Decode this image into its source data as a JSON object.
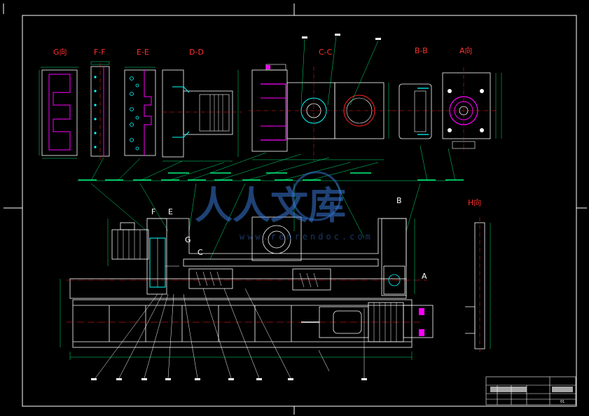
{
  "views": [
    {
      "id": "view-g",
      "label": "G向"
    },
    {
      "id": "view-ff",
      "label": "F-F"
    },
    {
      "id": "view-ee",
      "label": "E-E"
    },
    {
      "id": "view-dd",
      "label": "D-D"
    },
    {
      "id": "view-cc",
      "label": "C-C"
    },
    {
      "id": "view-bb",
      "label": "B-B"
    },
    {
      "id": "view-a",
      "label": "A向"
    },
    {
      "id": "view-h",
      "label": "H向"
    }
  ],
  "section_marks": {
    "a": "A",
    "b": "B",
    "c": "C",
    "e": "E",
    "f": "F",
    "g": "G"
  },
  "watermark": {
    "main": "人人文库",
    "sub": "www.renrendoc.com"
  },
  "title_block": {
    "drawing_no": "01"
  },
  "colors": {
    "line": "#ffffff",
    "center": "#ff2020",
    "dim": "#00e676",
    "part": "#00ffff",
    "accent": "#ff00ff",
    "frame": "#ffffff"
  }
}
